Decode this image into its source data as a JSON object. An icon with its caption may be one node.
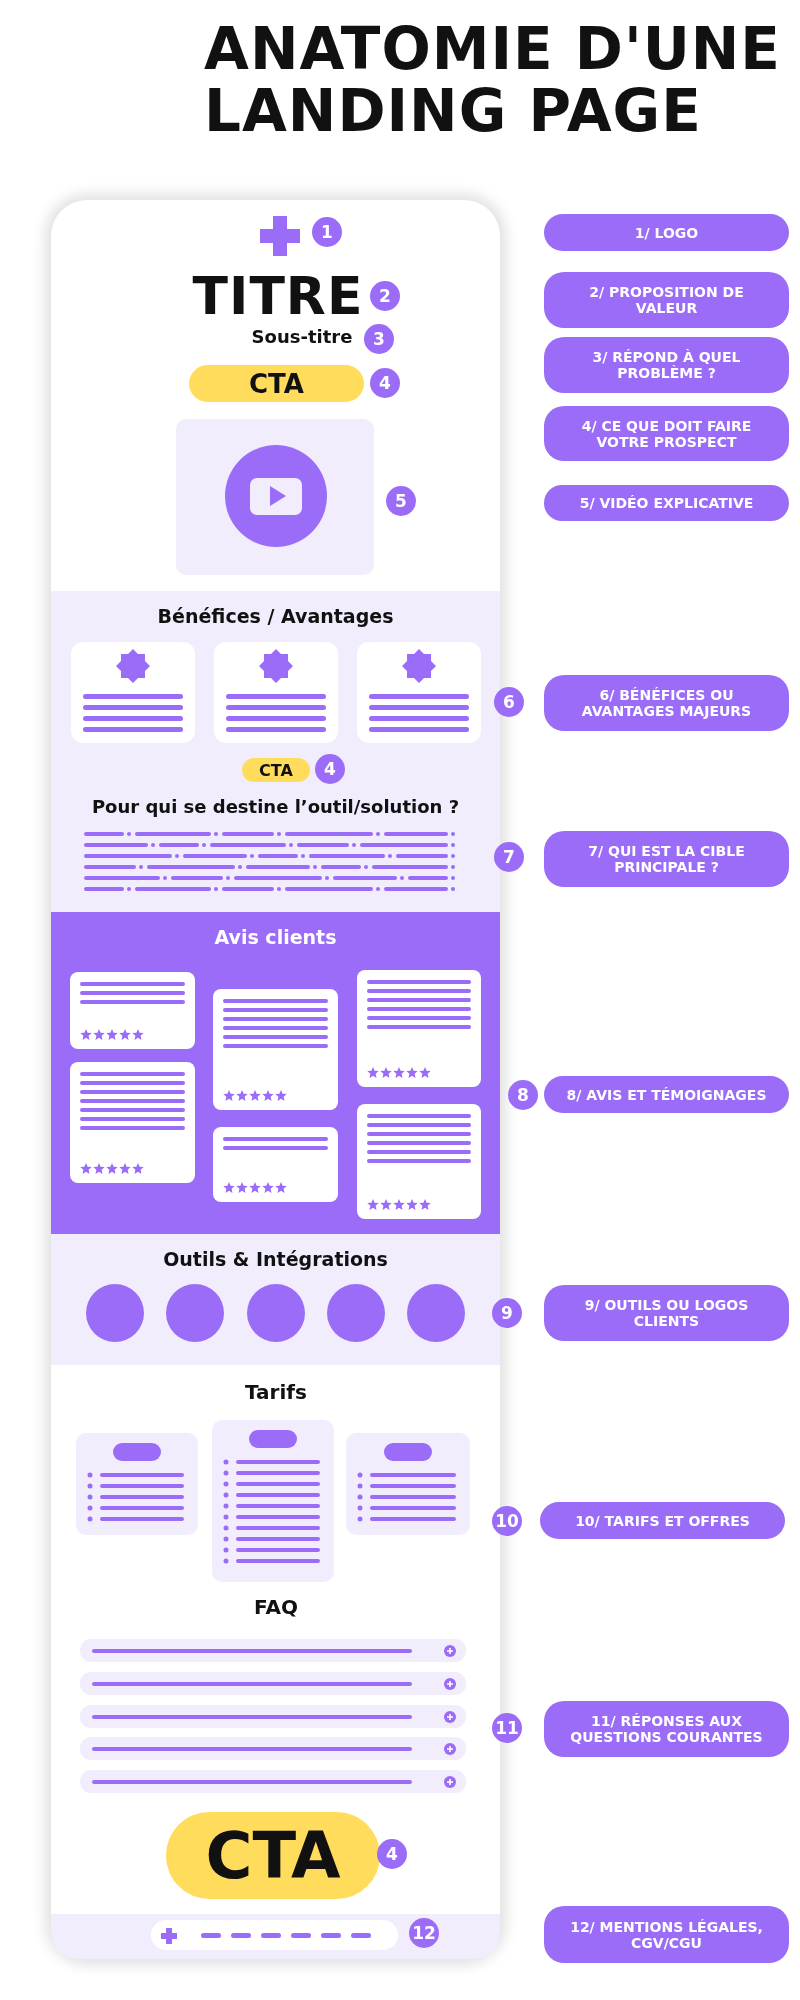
{
  "diagram": {
    "title": "ANATOMIE D'UNE LANDING PAGE",
    "nodes": [
      {
        "text": [
          "1"
        ]
      },
      {
        "text": [
          "2"
        ]
      },
      {
        "text": [
          "3"
        ]
      },
      {
        "text": [
          "CTA"
        ]
      },
      {
        "text": [
          "4"
        ]
      },
      {
        "text": [
          "5"
        ]
      },
      {
        "text": [
          "Bénéfices / Avantages",
          "Pour qui se destine l’outil/solution ?"
        ]
      },
      {
        "text": [
          "6"
        ]
      },
      {
        "text": [
          "CTA"
        ],
        "in": 6
      },
      {
        "text": [
          "4"
        ],
        "in": 6
      },
      {
        "text": [
          "7"
        ]
      },
      {
        "text": [
          "Avis clients"
        ]
      },
      {
        "text": [
          "8"
        ]
      },
      {
        "text": [
          "Outils & Intégrations"
        ]
      },
      {
        "text": [
          "9"
        ]
      },
      {
        "text": [
          "10"
        ]
      },
      {
        "text": [
          "11"
        ]
      },
      {
        "text": [
          "CTA"
        ]
      },
      {
        "text": [
          "4"
        ]
      },
      {
        "text": [
          "12"
        ]
      },
      {
        "text": [
          "1/ LOGO"
        ]
      },
      {
        "text": [
          "2/ PROPOSITION DE VALEUR"
        ]
      },
      {
        "text": [
          "3/ RÉPOND À QUEL PROBLÈME ?"
        ]
      },
      {
        "text": [
          "4/ CE QUE DOIT FAIRE VOTRE PROSPECT"
        ]
      },
      {
        "text": [
          "5/ VIDÉO EXPLICATIVE"
        ]
      },
      {
        "text": [
          "6/ BÉNÉFICES OU AVANTAGES MAJEURS"
        ]
      },
      {
        "text": [
          "7/ QUI EST LA CIBLE PRINCIPALE ?"
        ]
      },
      {
        "text": [
          "8/ AVIS ET TÉMOIGNAGES"
        ]
      },
      {
        "text": [
          "9/ OUTILS OU LOGOS CLIENTS"
        ]
      },
      {
        "text": [
          "10/ TARIFS ET OFFRES"
        ]
      },
      {
        "text": [
          "11/ RÉPONSES AUX QUESTIONS COURANTES"
        ]
      },
      {
        "text": [
          "12/ MENTIONS LÉGALES, CGV/CGU"
        ]
      }
    ],
    "labels": [
      "TITRE",
      "Sous-titre",
      "Tarifs",
      "FAQ"
    ]
  }
}
